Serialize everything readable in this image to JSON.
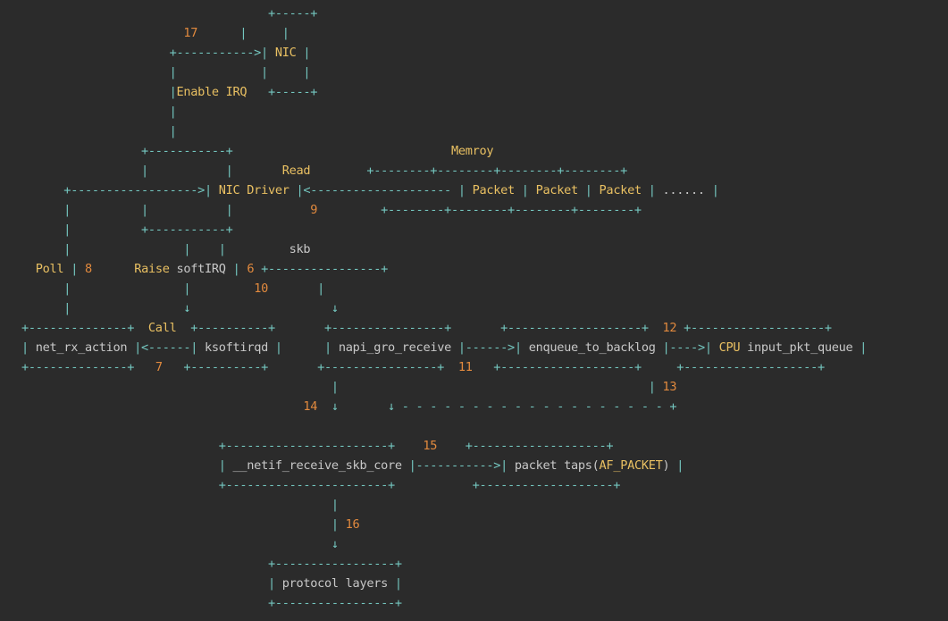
{
  "diagram": {
    "lines": [
      [
        {
          "t": "                                   +-----+",
          "c": "t"
        }
      ],
      [
        {
          "t": "                       ",
          "c": "t"
        },
        {
          "t": "17",
          "c": "o"
        },
        {
          "t": "      |     |",
          "c": "t"
        }
      ],
      [
        {
          "t": "                     +----------->| ",
          "c": "t"
        },
        {
          "t": "NIC",
          "c": "y"
        },
        {
          "t": " |",
          "c": "t"
        }
      ],
      [
        {
          "t": "                     |            |     |",
          "c": "t"
        }
      ],
      [
        {
          "t": "                     |",
          "c": "t"
        },
        {
          "t": "Enable IRQ",
          "c": "y"
        },
        {
          "t": "   +-----+",
          "c": "t"
        }
      ],
      [
        {
          "t": "                     |",
          "c": "t"
        }
      ],
      [
        {
          "t": "                     |",
          "c": "t"
        }
      ],
      [
        {
          "t": "                 +-----------+                               ",
          "c": "t"
        },
        {
          "t": "Memroy",
          "c": "y"
        }
      ],
      [
        {
          "t": "                 |           |       ",
          "c": "t"
        },
        {
          "t": "Read",
          "c": "y"
        },
        {
          "t": "        +--------+--------+--------+--------+",
          "c": "t"
        }
      ],
      [
        {
          "t": "      +------------------>| ",
          "c": "t"
        },
        {
          "t": "NIC Driver",
          "c": "y"
        },
        {
          "t": " |<-------------------- | ",
          "c": "t"
        },
        {
          "t": "Packet",
          "c": "y"
        },
        {
          "t": " | ",
          "c": "t"
        },
        {
          "t": "Packet",
          "c": "y"
        },
        {
          "t": " | ",
          "c": "t"
        },
        {
          "t": "Packet",
          "c": "y"
        },
        {
          "t": " | ",
          "c": "t"
        },
        {
          "t": "......",
          "c": "w"
        },
        {
          "t": " |",
          "c": "t"
        }
      ],
      [
        {
          "t": "      |          |           |           ",
          "c": "t"
        },
        {
          "t": "9",
          "c": "o"
        },
        {
          "t": "         +--------+--------+--------+--------+",
          "c": "t"
        }
      ],
      [
        {
          "t": "      |          +-----------+",
          "c": "t"
        }
      ],
      [
        {
          "t": "      |                |    |         ",
          "c": "t"
        },
        {
          "t": "skb",
          "c": "w"
        }
      ],
      [
        {
          "t": "  ",
          "c": "t"
        },
        {
          "t": "Poll",
          "c": "y"
        },
        {
          "t": " | ",
          "c": "t"
        },
        {
          "t": "8",
          "c": "o"
        },
        {
          "t": "      ",
          "c": "t"
        },
        {
          "t": "Raise",
          "c": "y"
        },
        {
          "t": " ",
          "c": "t"
        },
        {
          "t": "softIRQ",
          "c": "w"
        },
        {
          "t": " | ",
          "c": "t"
        },
        {
          "t": "6",
          "c": "o"
        },
        {
          "t": " +----------------+",
          "c": "t"
        }
      ],
      [
        {
          "t": "      |                |         ",
          "c": "t"
        },
        {
          "t": "10",
          "c": "o"
        },
        {
          "t": "       |",
          "c": "t"
        }
      ],
      [
        {
          "t": "      |                ↓                    ↓",
          "c": "t"
        }
      ],
      [
        {
          "t": "+--------------+  ",
          "c": "t"
        },
        {
          "t": "Call",
          "c": "y"
        },
        {
          "t": "  +----------+       +----------------+       +-------------------+  ",
          "c": "t"
        },
        {
          "t": "12",
          "c": "o"
        },
        {
          "t": " +-------------------+",
          "c": "t"
        }
      ],
      [
        {
          "t": "| ",
          "c": "t"
        },
        {
          "t": "net_rx_action",
          "c": "w"
        },
        {
          "t": " |<------| ",
          "c": "t"
        },
        {
          "t": "ksoftirqd",
          "c": "w"
        },
        {
          "t": " |      | ",
          "c": "t"
        },
        {
          "t": "napi_gro_receive",
          "c": "w"
        },
        {
          "t": " |------>| ",
          "c": "t"
        },
        {
          "t": "enqueue_to_backlog",
          "c": "w"
        },
        {
          "t": " |---->| ",
          "c": "t"
        },
        {
          "t": "CPU",
          "c": "y"
        },
        {
          "t": " ",
          "c": "t"
        },
        {
          "t": "input_pkt_queue",
          "c": "w"
        },
        {
          "t": " |",
          "c": "t"
        }
      ],
      [
        {
          "t": "+--------------+   ",
          "c": "t"
        },
        {
          "t": "7",
          "c": "o"
        },
        {
          "t": "   +----------+       +----------------+  ",
          "c": "t"
        },
        {
          "t": "11",
          "c": "o"
        },
        {
          "t": "   +-------------------+     +-------------------+",
          "c": "t"
        }
      ],
      [
        {
          "t": "                                            |                                            | ",
          "c": "t"
        },
        {
          "t": "13",
          "c": "o"
        }
      ],
      [
        {
          "t": "                                        ",
          "c": "t"
        },
        {
          "t": "14",
          "c": "o"
        },
        {
          "t": "  ↓       ↓ - - - - - - - - - - - - - - - - - - - +",
          "c": "t"
        }
      ],
      [
        {
          "t": "                            +-----------------------+    ",
          "c": "t"
        },
        {
          "t": "15",
          "c": "o"
        },
        {
          "t": "    +-------------------+",
          "c": "t"
        }
      ],
      [
        {
          "t": "                            | ",
          "c": "t"
        },
        {
          "t": "__netif_receive_skb_core",
          "c": "w"
        },
        {
          "t": " |----------->| ",
          "c": "t"
        },
        {
          "t": "packet taps(",
          "c": "w"
        },
        {
          "t": "AF_PACKET",
          "c": "y"
        },
        {
          "t": ")",
          "c": "w"
        },
        {
          "t": " |",
          "c": "t"
        }
      ],
      [
        {
          "t": "                            +-----------------------+           +-------------------+",
          "c": "t"
        }
      ],
      [
        {
          "t": "                                            |",
          "c": "t"
        }
      ],
      [
        {
          "t": "                                            | ",
          "c": "t"
        },
        {
          "t": "16",
          "c": "o"
        }
      ],
      [
        {
          "t": "                                            ↓",
          "c": "t"
        }
      ],
      [
        {
          "t": "                                   +-----------------+",
          "c": "t"
        }
      ],
      [
        {
          "t": "                                   | ",
          "c": "t"
        },
        {
          "t": "protocol layers",
          "c": "w"
        },
        {
          "t": " |",
          "c": "t"
        }
      ],
      [
        {
          "t": "                                   +-----------------+",
          "c": "t"
        }
      ]
    ]
  },
  "colors": {
    "background": "#2b2b2b",
    "box_lines": "#74c7c0",
    "labels": "#e9c062",
    "step_numbers": "#e28a3e",
    "text": "#c8c8c8"
  }
}
